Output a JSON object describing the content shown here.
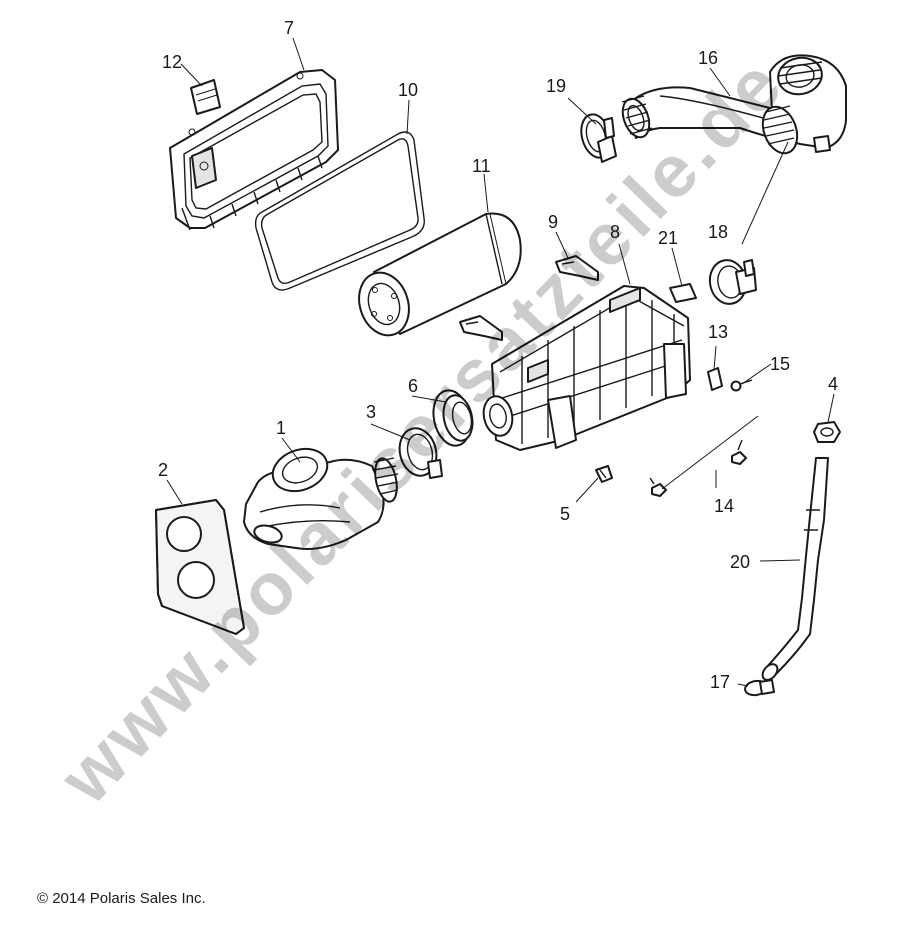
{
  "callouts": {
    "c1": "1",
    "c2": "2",
    "c3": "3",
    "c4": "4",
    "c5": "5",
    "c6": "6",
    "c7": "7",
    "c8": "8",
    "c9": "9",
    "c10": "10",
    "c11": "11",
    "c12": "12",
    "c13": "13",
    "c14": "14",
    "c15": "15",
    "c16": "16",
    "c17": "17",
    "c18": "18",
    "c19": "19",
    "c20": "20",
    "c21": "21"
  },
  "watermark": "www.polarisersatzteile.de",
  "copyright": "© 2014 Polaris Sales Inc."
}
